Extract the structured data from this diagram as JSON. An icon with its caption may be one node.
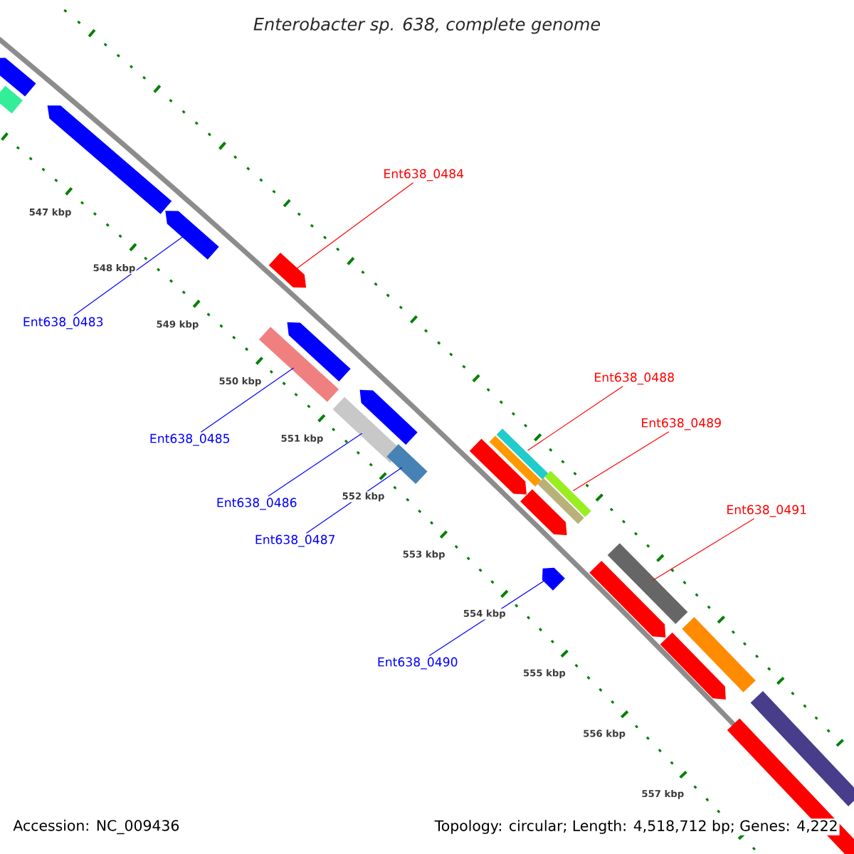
{
  "diagram": {
    "title": "Enterobacter sp. 638, complete genome",
    "nodes": [
      {
        "text": [
          "Ent638_0484"
        ]
      },
      {
        "text": [
          "Ent638_0483"
        ]
      },
      {
        "text": [
          "Ent638_0488"
        ]
      },
      {
        "text": [
          "Ent638_0489"
        ]
      },
      {
        "text": [
          "Ent638_0485"
        ]
      },
      {
        "text": [
          "Ent638_0486"
        ]
      },
      {
        "text": [
          "Ent638_0491"
        ]
      },
      {
        "text": [
          "Ent638_0487"
        ]
      },
      {
        "text": [
          "Ent638_0490"
        ]
      },
      {
        "text": [],
        "shape": "bar"
      },
      {
        "text": [],
        "shape": "bar"
      },
      {
        "text": [],
        "shape": "bar"
      },
      {
        "text": [],
        "shape": "bar"
      },
      {
        "text": [],
        "shape": "bar"
      },
      {
        "text": [],
        "shape": "bar"
      },
      {
        "text": [],
        "shape": "bar"
      },
      {
        "text": [],
        "shape": "bar"
      },
      {
        "text": [],
        "shape": "bar"
      },
      {
        "text": [],
        "shape": "bar"
      },
      {
        "text": [],
        "shape": "bar"
      },
      {
        "text": [],
        "shape": "bar"
      },
      {
        "text": [],
        "shape": "bar"
      },
      {
        "text": [],
        "shape": "bar"
      },
      {
        "text": [],
        "shape": "bar"
      },
      {
        "text": [],
        "shape": "bar"
      },
      {
        "text": [],
        "shape": "bar"
      },
      {
        "text": [],
        "shape": "bar"
      },
      {
        "text": [],
        "shape": "bar"
      },
      {
        "text": [],
        "shape": "bar"
      },
      {
        "text": [],
        "shape": "bar"
      },
      {
        "text": [],
        "shape": "bar"
      },
      {
        "text": [],
        "shape": "bar"
      }
    ],
    "edges": [
      {
        "from": 0,
        "to": 13,
        "arrow": "none",
        "color": "#ff0000"
      },
      {
        "from": 1,
        "to": 12,
        "arrow": "none",
        "color": "#0000ff"
      },
      {
        "from": 2,
        "to": 21,
        "arrow": "none",
        "color": "#ff0000"
      },
      {
        "from": 3,
        "to": 25,
        "arrow": "none",
        "color": "#ff0000"
      },
      {
        "from": 4,
        "to": 14,
        "arrow": "none",
        "color": "#0000ff"
      },
      {
        "from": 5,
        "to": 16,
        "arrow": "none",
        "color": "#0000ff"
      },
      {
        "from": 6,
        "to": 27,
        "arrow": "none",
        "color": "#ff0000"
      },
      {
        "from": 7,
        "to": 18,
        "arrow": "none",
        "color": "#0000ff"
      },
      {
        "from": 8,
        "to": 23,
        "arrow": "none",
        "color": "#0000ff"
      }
    ],
    "labels": [
      "547 kbp",
      "548 kbp",
      "549 kbp",
      "550 kbp",
      "551 kbp",
      "552 kbp",
      "553 kbp",
      "554 kbp",
      "555 kbp",
      "556 kbp",
      "557 kbp",
      "Accession: NC_009436",
      "Topology: circular; Length: 4,518,712 bp; Genes: 4,222"
    ]
  }
}
